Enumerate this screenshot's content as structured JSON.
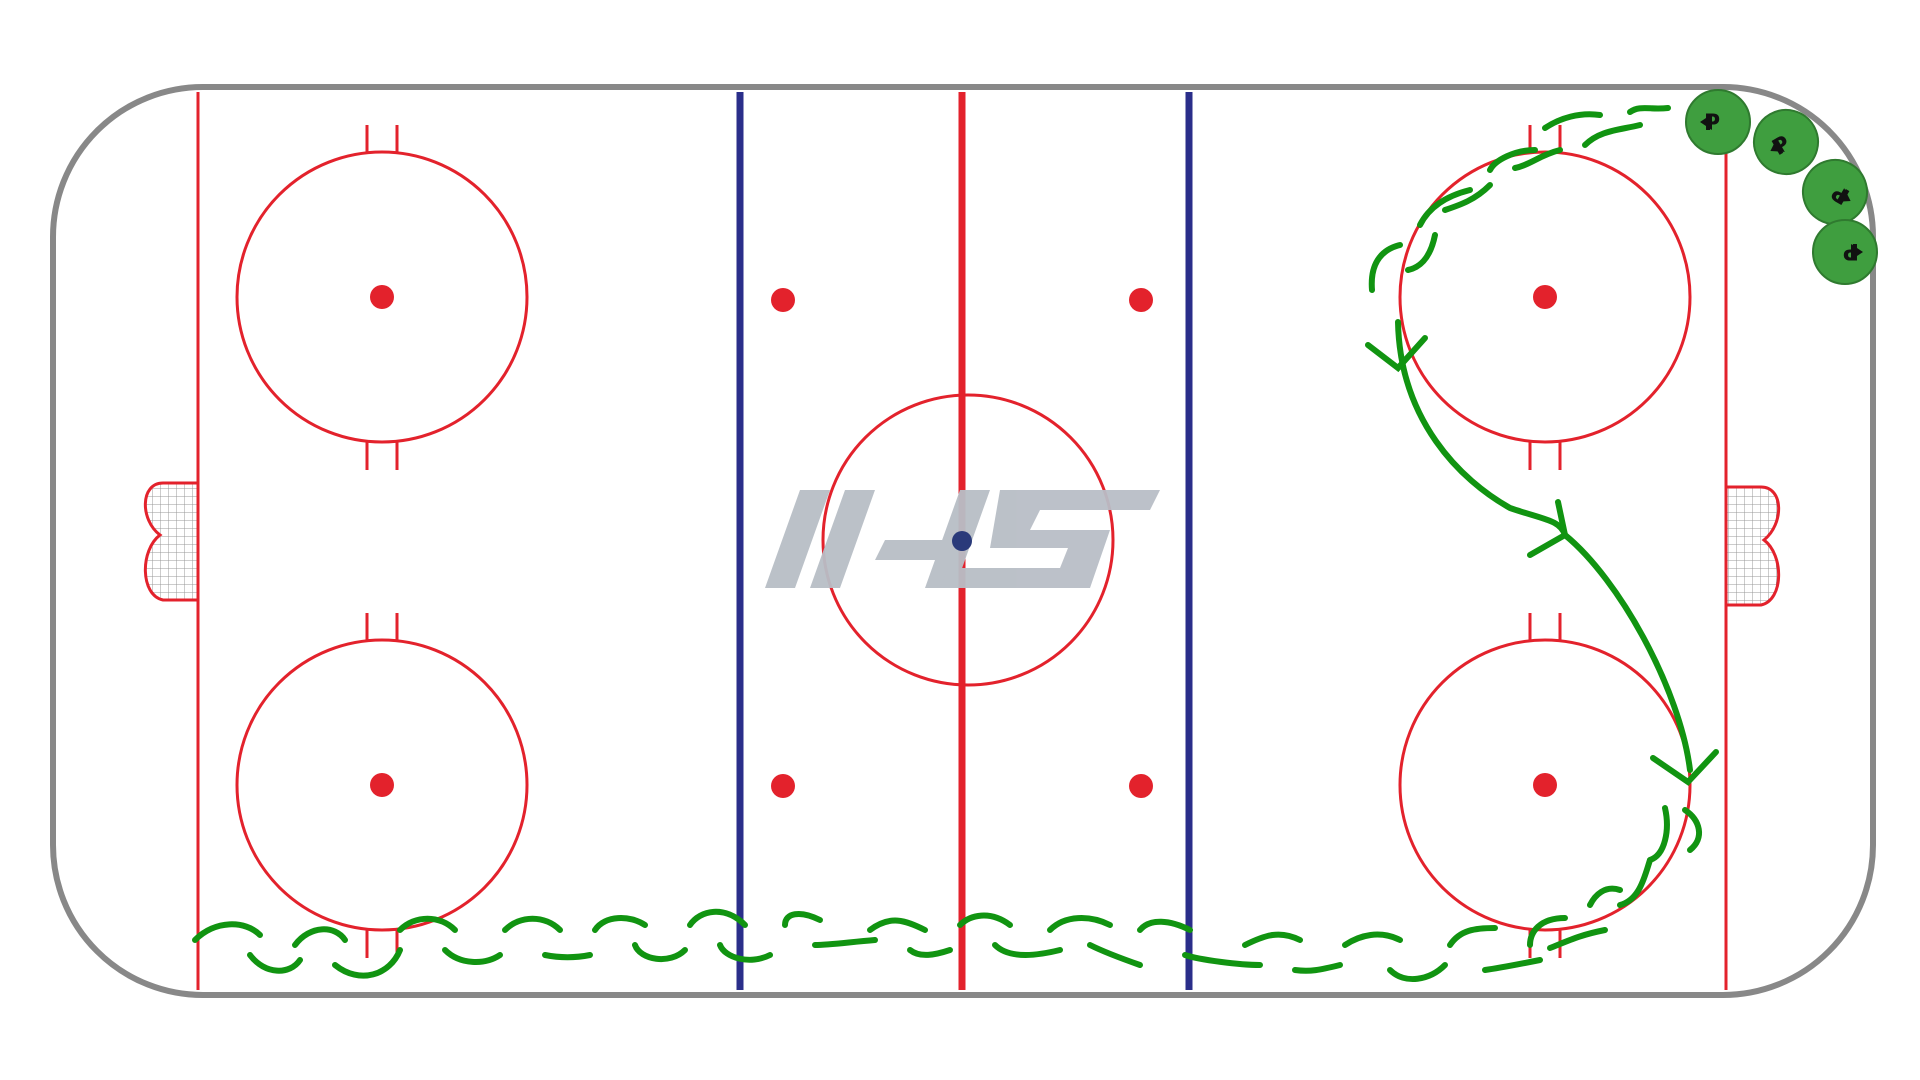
{
  "diagram": {
    "type": "hockey-rink-drill",
    "logo_text": "IHS",
    "colors": {
      "board": "#888888",
      "red_line": "#e3222c",
      "blue_line": "#2a2e8a",
      "center_dot": "#2a3a7a",
      "path_green": "#119411",
      "player_fill": "#3f9e3f",
      "player_stroke": "#2f7a2f",
      "logo": "#b8bec6",
      "net_mesh": "#999999"
    },
    "players": [
      {
        "label": "P",
        "rotation": 90
      },
      {
        "label": "P",
        "rotation": 60
      },
      {
        "label": "P",
        "rotation": -60
      },
      {
        "label": "P",
        "rotation": -90
      }
    ],
    "paths": {
      "skating_with_puck": "stickhandling-dashed",
      "skating_without_puck": "solid-with-arrows"
    }
  }
}
